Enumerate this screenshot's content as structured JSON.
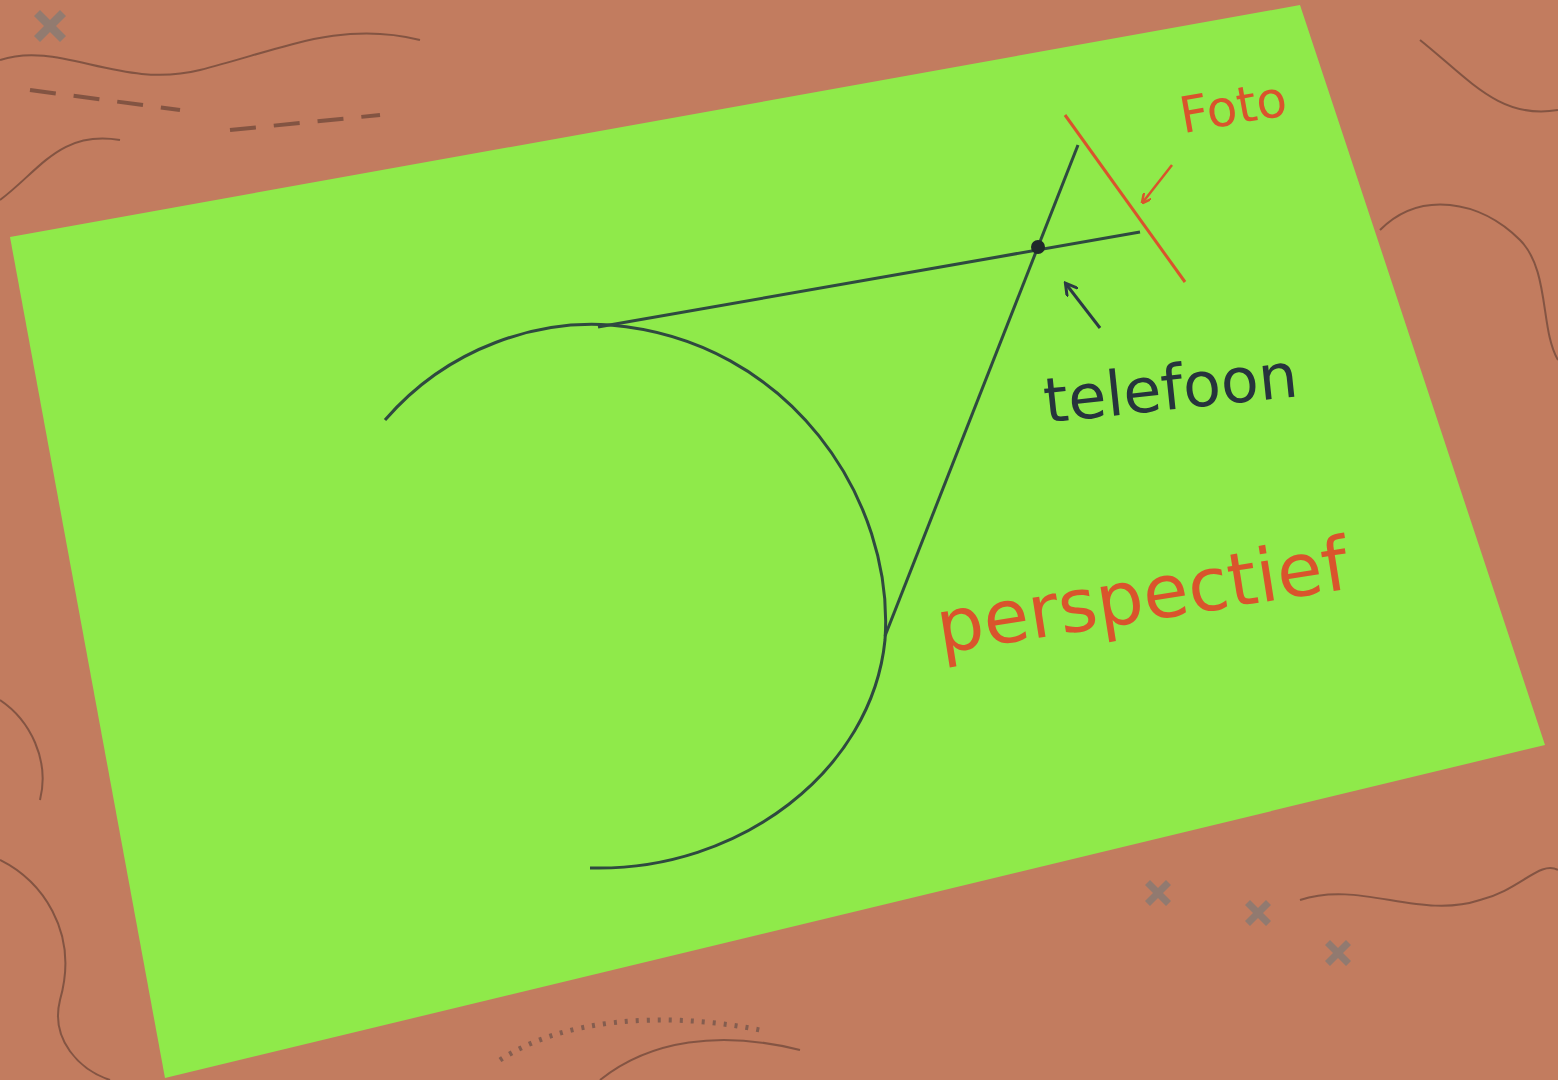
{
  "diagram": {
    "labels": [
      "Foto",
      "telefoon",
      "perspectief"
    ]
  }
}
